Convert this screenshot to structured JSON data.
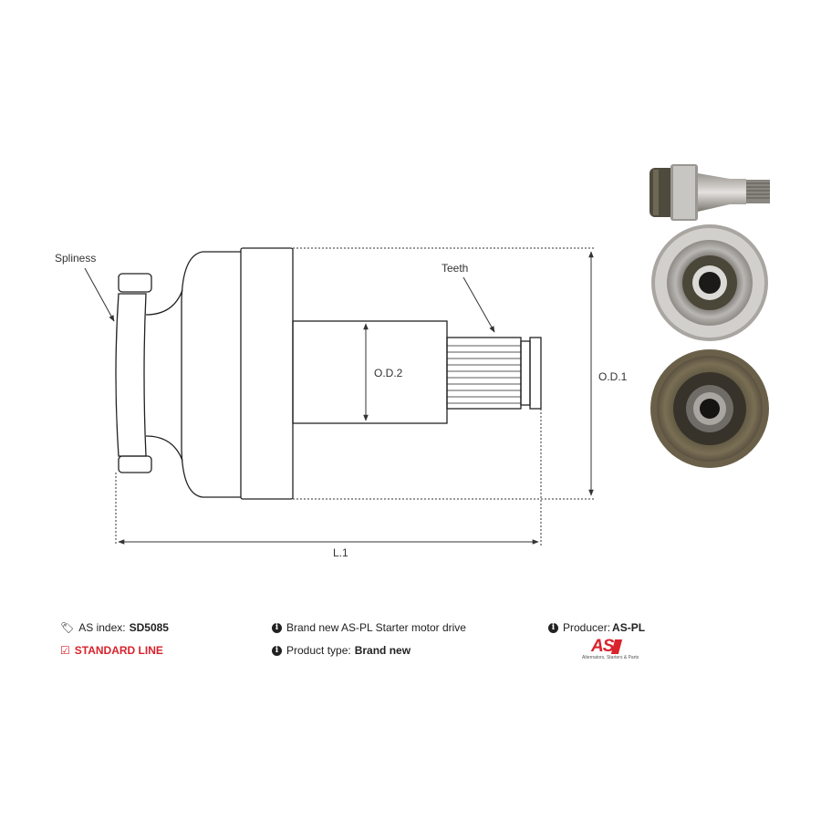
{
  "diagram": {
    "labels": {
      "spliness": "Spliness",
      "teeth": "Teeth",
      "od2": "O.D.2",
      "od1": "O.D.1",
      "l1": "L.1"
    }
  },
  "footer": {
    "as_index_label": "AS index:",
    "as_index_value": "SD5085",
    "line_label": "STANDARD LINE",
    "description": "Brand new AS-PL Starter motor drive",
    "product_type_label": "Product type:",
    "product_type_value": "Brand new",
    "producer_label": "Producer:",
    "producer_value": "AS-PL",
    "logo_text": "AS",
    "logo_tagline": "Alternators, Starters & Parts"
  },
  "colors": {
    "brand_red": "#d9232d",
    "line": "#222222",
    "dim": "#333333"
  }
}
